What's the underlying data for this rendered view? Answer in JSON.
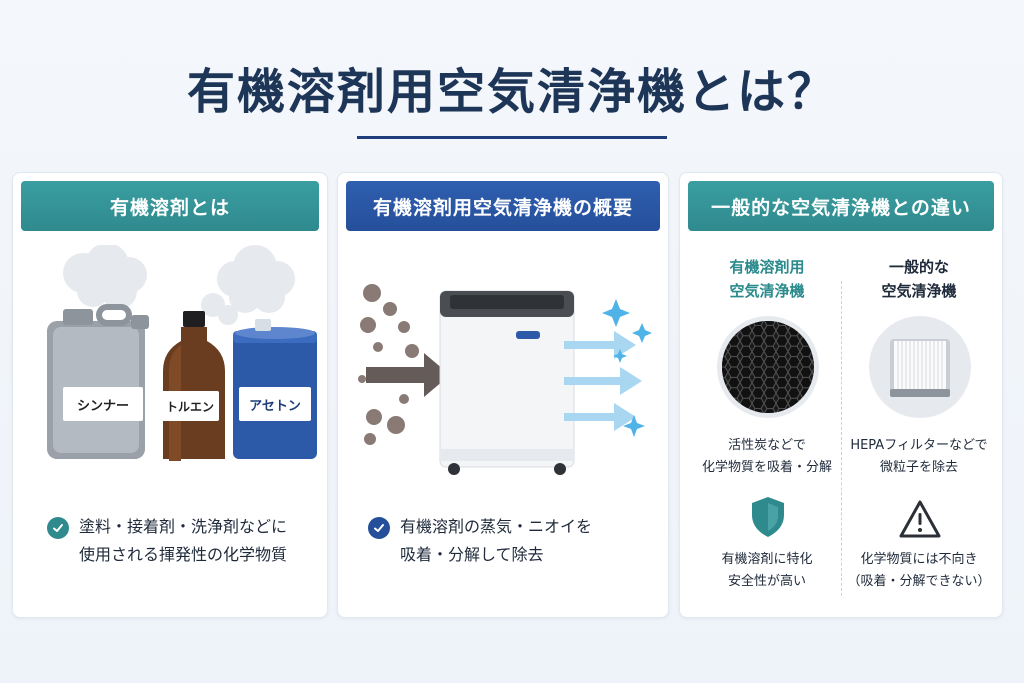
{
  "page": {
    "title": "有機溶剤用空気清浄機とは？"
  },
  "cards": [
    {
      "header": "有機溶剤とは",
      "bottles": [
        "シンナー",
        "トルエン",
        "アセトン"
      ],
      "description": [
        "塗料・接着剤・洗浄剤などに",
        "使用される揮発性の化学物質"
      ]
    },
    {
      "header": "有機溶剤用空気清浄機の概要",
      "description": [
        "有機溶剤の蒸気・ニオイを",
        "吸着・分解して除去"
      ]
    },
    {
      "header": "一般的な空気清浄機との違い",
      "left": {
        "title": [
          "有機溶剤用",
          "空気清浄機"
        ],
        "filter_text": [
          "活性炭などで",
          "化学物質を吸着・分解"
        ],
        "feature_text": [
          "有機溶剤に特化",
          "安全性が高い"
        ]
      },
      "right": {
        "title": [
          "一般的な",
          "空気清浄機"
        ],
        "filter_text": [
          "HEPAフィルターなどで",
          "微粒子を除去"
        ],
        "feature_text": [
          "化学物質には不向き",
          "（吸着・分解できない）"
        ]
      }
    }
  ],
  "icons": {
    "card1_check": "check-circle-icon",
    "card2_check": "check-circle-icon",
    "safety": "shield-icon",
    "warning": "warning-triangle-icon"
  },
  "colors": {
    "title": "#1d3557",
    "teal": "#2f8a8e",
    "blue": "#254f9a",
    "left_col_title": "#2a8a8c",
    "right_col_title": "#1f2a3a"
  }
}
